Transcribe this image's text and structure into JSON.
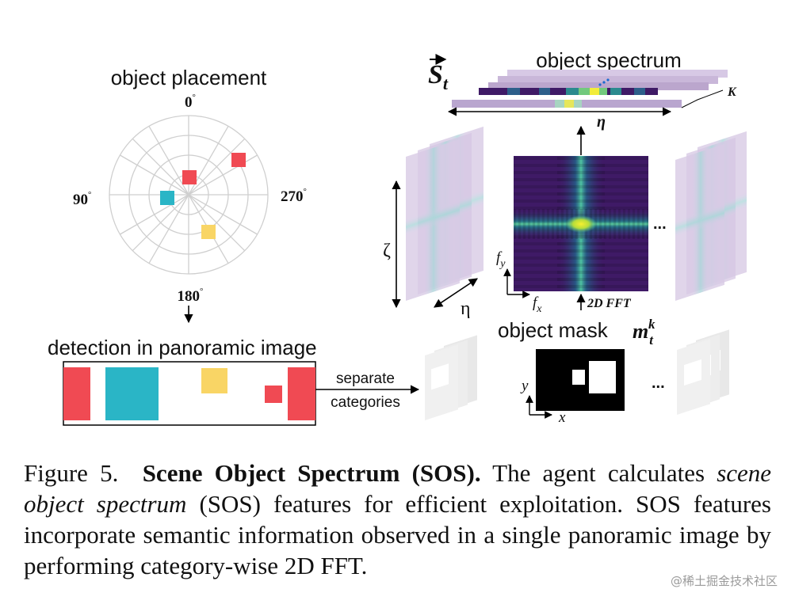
{
  "polar": {
    "title": "object placement",
    "angle_labels": {
      "top": "0",
      "left": "90",
      "right": "270",
      "bottom": "180"
    },
    "degree_symbol": "°"
  },
  "detection": {
    "title": "detection in panoramic image"
  },
  "arrow_label": {
    "line1": "separate",
    "line2": "categories"
  },
  "spectrum": {
    "symbol_main": "S",
    "symbol_sub": "t",
    "title": "object spectrum",
    "k_label": "K",
    "eta_label": "η"
  },
  "fft": {
    "zeta_label": "ζ",
    "eta_label": "η",
    "fy_main": "f",
    "fy_sub": "y",
    "fx_main": "f",
    "fx_sub": "x",
    "fft_label": "2D FFT",
    "ellipsis": "..."
  },
  "mask": {
    "title": "object mask",
    "symbol_main": "m",
    "symbol_sub": "t",
    "symbol_sup": "k",
    "y_label": "y",
    "x_label": "x",
    "ellipsis": "..."
  },
  "caption": {
    "prefix": "Figure 5.",
    "bold": "Scene Object Spectrum (SOS).",
    "text1": " The agent calculates ",
    "italic": "scene object spectrum",
    "text2": " (SOS) features for efficient exploitation. SOS features incorporate semantic information observed in a single panoramic image by performing category-wise 2D FFT."
  },
  "watermark": "@稀土掘金技术社区",
  "colors": {
    "red": "#f04a53",
    "teal": "#2ab5c6",
    "yellow": "#f9d565",
    "fft_dark": "#3f1a66",
    "fft_mid": "#2b8a8e",
    "fft_bright": "#f2ec3a",
    "ghost_purple": "#c9b7d9"
  }
}
